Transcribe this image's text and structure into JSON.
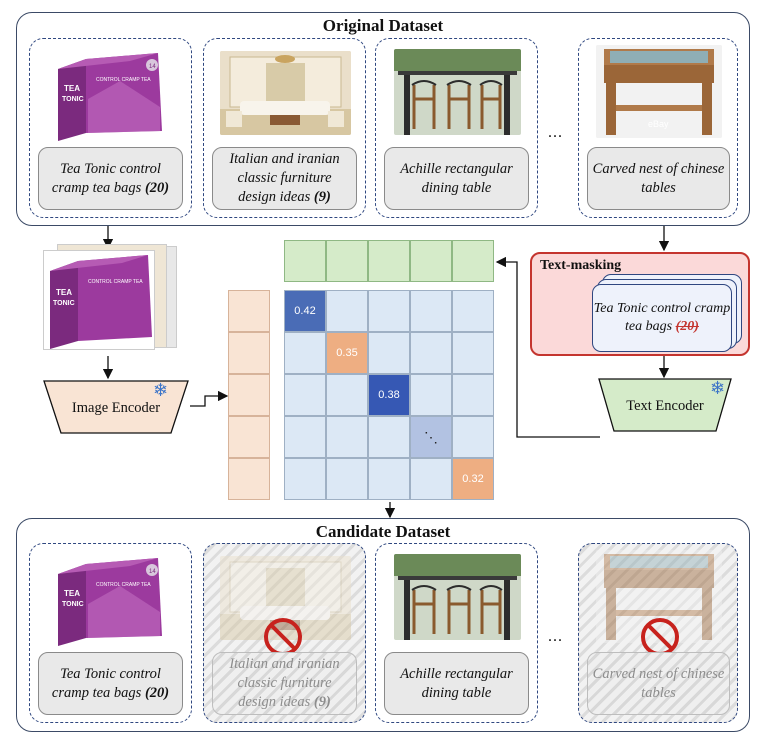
{
  "original": {
    "title": "Original Dataset",
    "items": [
      {
        "pre": "Tea Tonic control cramp tea bags",
        "count": "(20)"
      },
      {
        "pre": "Italian and iranian classic furniture design ideas",
        "count": "(9)"
      },
      {
        "pre": "Achille rectangular dining table",
        "count": ""
      },
      {
        "pre": "Carved nest of chinese tables",
        "count": ""
      }
    ],
    "ellipsis": "..."
  },
  "candidate": {
    "title": "Candidate Dataset",
    "items": [
      {
        "pre": "Tea Tonic control cramp tea bags",
        "count": "(20)",
        "masked": false
      },
      {
        "pre": "Italian and iranian classic furniture design ideas",
        "count": "(9)",
        "masked": true
      },
      {
        "pre": "Achille rectangular dining table",
        "count": "",
        "masked": false
      },
      {
        "pre": "Carved nest of chinese tables",
        "count": "",
        "masked": true
      }
    ],
    "ellipsis": "..."
  },
  "text_masking": {
    "title": "Text-masking",
    "caption_pre": "Tea Tonic control cramp tea bags",
    "struck": "(20)"
  },
  "image_encoder": {
    "label": "Image Encoder"
  },
  "text_encoder": {
    "label": "Text Encoder"
  },
  "product_image": {
    "brand_top": "TEA",
    "brand_bottom": "TONIC",
    "side_text": "CONTROL CRAMP TEA",
    "badge": "14"
  },
  "watermark": "eBay",
  "matrix": {
    "size": 5,
    "diagonal": [
      {
        "label": "0.42",
        "color": "#4a6cb6"
      },
      {
        "label": "0.35",
        "color": "#eeae82"
      },
      {
        "label": "0.38",
        "color": "#3658b4"
      },
      {
        "label": "⋱",
        "color": "#b2c2e2"
      },
      {
        "label": "0.32",
        "color": "#eeae82"
      }
    ],
    "colors": {
      "text_emb": "#d5ebc9",
      "img_emb": "#f9e4d4",
      "cell": "#dce8f5"
    }
  },
  "colors": {
    "mask_border": "#c4352f",
    "card_border": "#2f4780",
    "snowflake": "#3c74c8"
  }
}
